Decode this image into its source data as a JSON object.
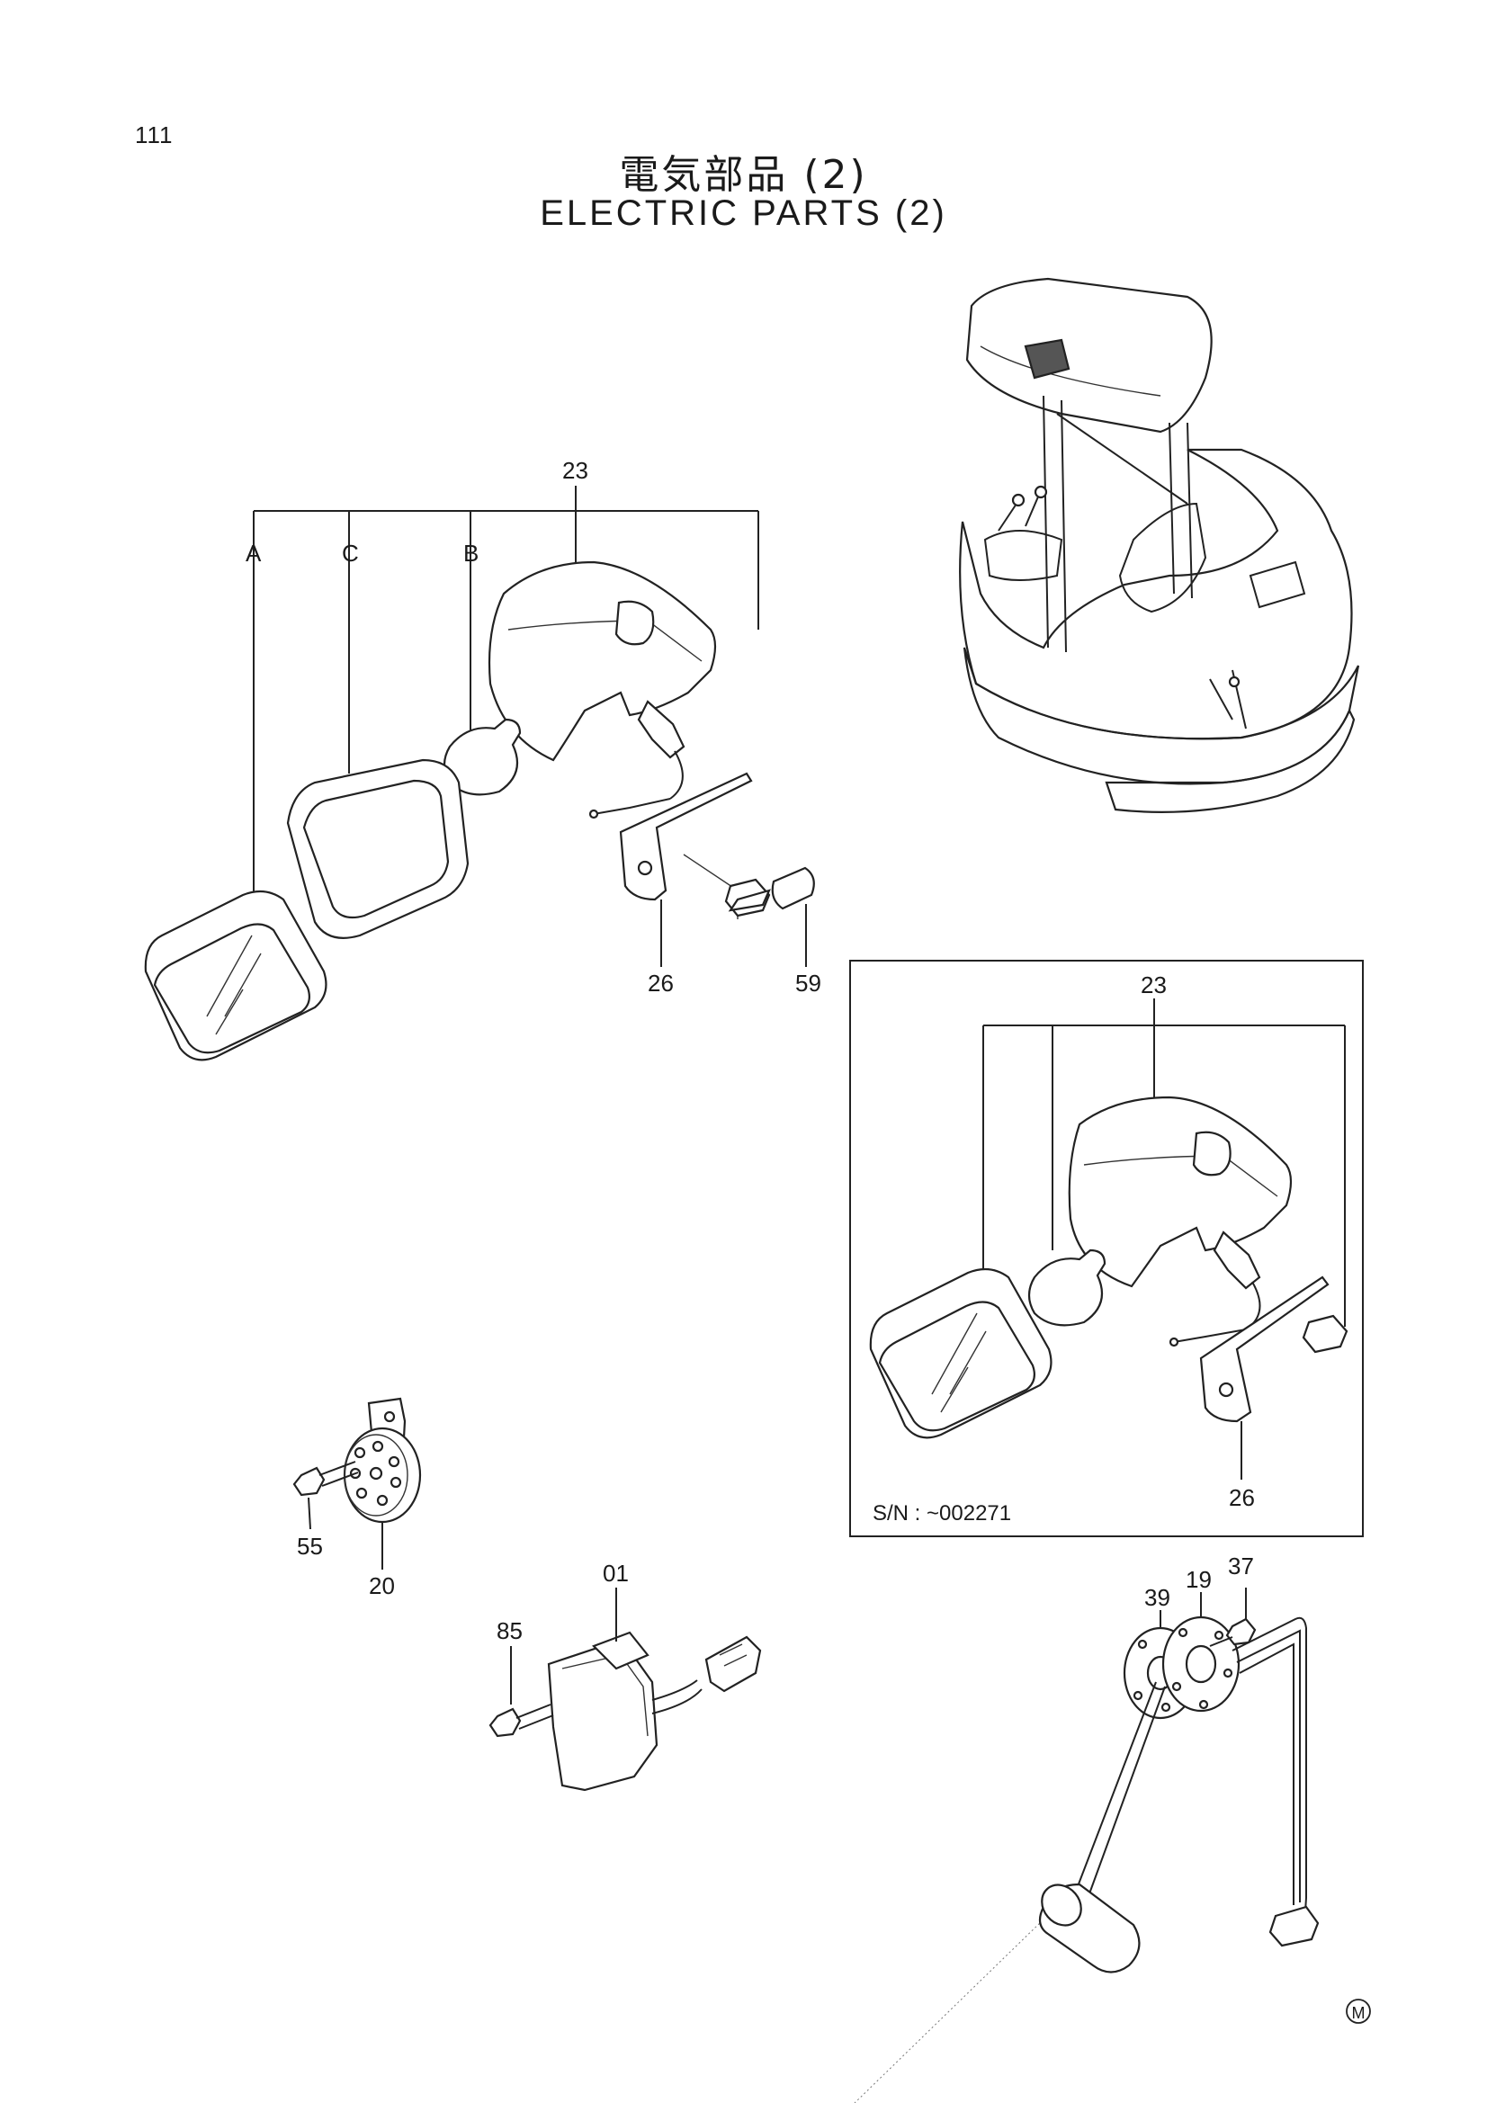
{
  "header": {
    "page_number": "111",
    "title_ja": "電気部品 (2)",
    "title_en": "ELECTRIC PARTS (2)"
  },
  "callouts": {
    "top_lamp": {
      "assembly": "23",
      "sub_a": "A",
      "sub_c": "C",
      "sub_b": "B",
      "bracket": "26",
      "bolt": "59"
    },
    "inset_lamp": {
      "assembly": "23",
      "bracket": "26",
      "serial_note": "S/N : ~002271"
    },
    "horn": {
      "bolt": "55",
      "horn": "20"
    },
    "controller": {
      "unit": "01",
      "bolt": "85"
    },
    "fuel_sender": {
      "bolt": "37",
      "sender": "19",
      "gasket": "39"
    }
  },
  "footer": {
    "mark": "M"
  }
}
